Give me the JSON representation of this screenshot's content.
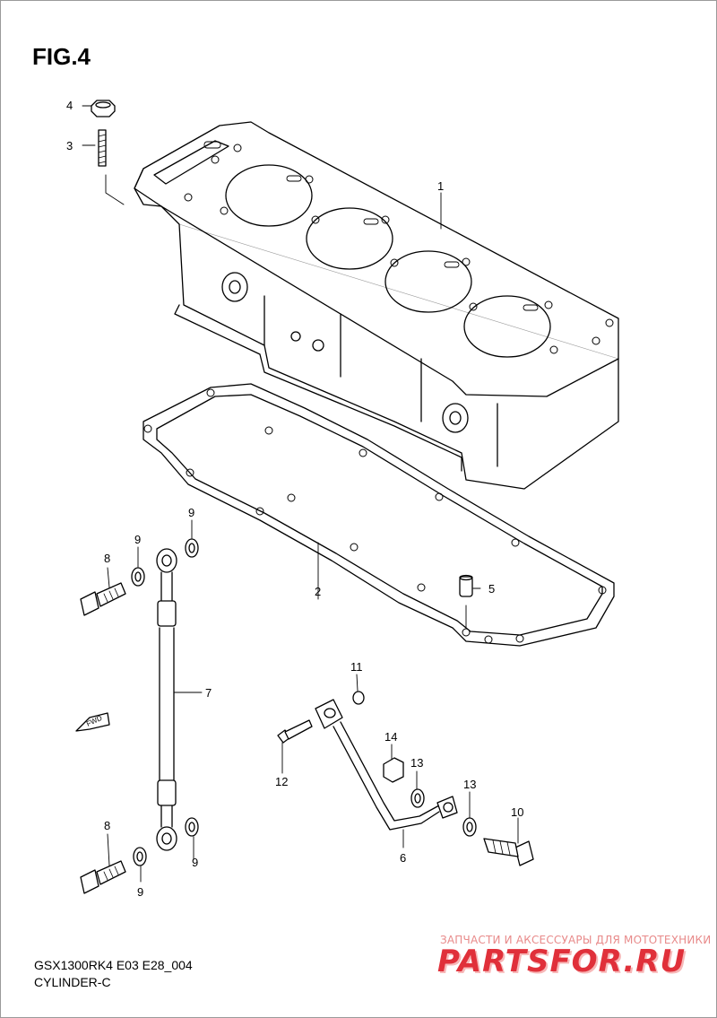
{
  "figure": {
    "title": "FIG.4"
  },
  "callouts": [
    {
      "id": "1",
      "label": "1"
    },
    {
      "id": "2",
      "label": "2"
    },
    {
      "id": "3",
      "label": "3"
    },
    {
      "id": "4",
      "label": "4"
    },
    {
      "id": "5",
      "label": "5"
    },
    {
      "id": "6",
      "label": "6"
    },
    {
      "id": "7",
      "label": "7"
    },
    {
      "id": "8a",
      "label": "8"
    },
    {
      "id": "8b",
      "label": "8"
    },
    {
      "id": "9a",
      "label": "9"
    },
    {
      "id": "9b",
      "label": "9"
    },
    {
      "id": "9c",
      "label": "9"
    },
    {
      "id": "9d",
      "label": "9"
    },
    {
      "id": "10",
      "label": "10"
    },
    {
      "id": "11",
      "label": "11"
    },
    {
      "id": "12",
      "label": "12"
    },
    {
      "id": "13a",
      "label": "13"
    },
    {
      "id": "13b",
      "label": "13"
    },
    {
      "id": "14",
      "label": "14"
    }
  ],
  "fwd_label": "FWD",
  "footer": {
    "model_code": "GSX1300RK4 E03 E28_004",
    "part_name": "CYLINDER-C"
  },
  "watermark": {
    "tagline": "ЗАПЧАСТИ И АКСЕССУАРЫ ДЛЯ МОТОТЕХНИКИ",
    "brand": "PARTSFOR.RU"
  },
  "colors": {
    "line": "#000000",
    "watermark": "#e0303a"
  }
}
